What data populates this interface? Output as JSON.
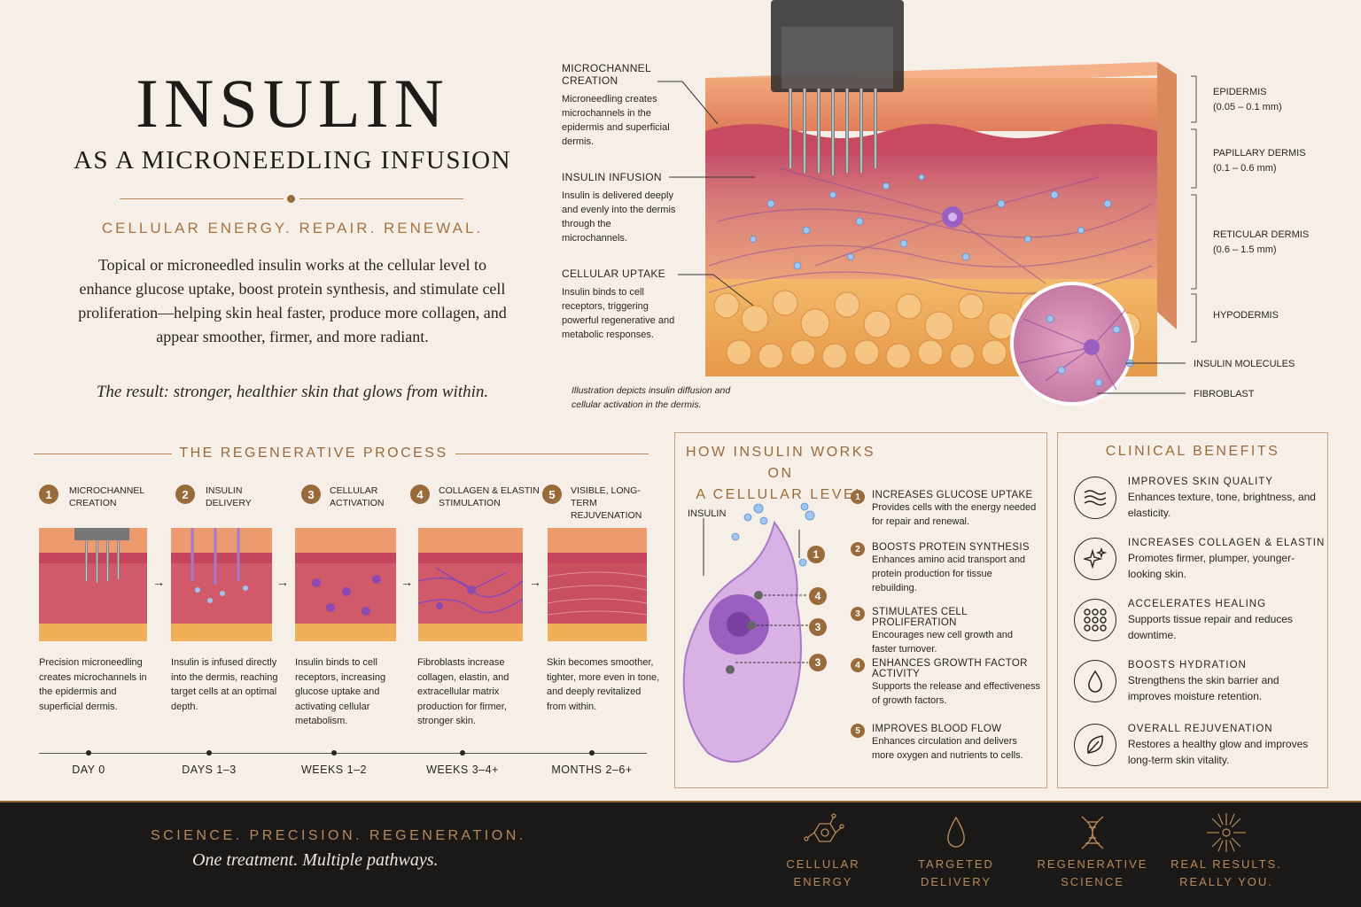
{
  "header": {
    "title": "INSULIN",
    "subtitle": "AS A MICRONEEDLING INFUSION",
    "tagline": "CELLULAR ENERGY. REPAIR. RENEWAL.",
    "intro": "Topical or microneedled insulin works at the cellular level to enhance glucose uptake, boost protein synthesis, and stimulate cell proliferation—helping skin heal faster, produce more collagen, and appear smoother, firmer, and more radiant.",
    "result": "The result: stronger, healthier skin that glows from within."
  },
  "diagram": {
    "callouts": [
      {
        "heading": "MICROCHANNEL CREATION",
        "text": "Microneedling creates microchannels in the epidermis and superficial dermis."
      },
      {
        "heading": "INSULIN INFUSION",
        "text": "Insulin is delivered deeply and evenly into the dermis through the microchannels."
      },
      {
        "heading": "CELLULAR UPTAKE",
        "text": "Insulin binds to cell receptors, triggering powerful regenerative and metabolic responses."
      }
    ],
    "layers": [
      {
        "name": "EPIDERMIS",
        "depth": "(0.05 – 0.1 mm)"
      },
      {
        "name": "PAPILLARY DERMIS",
        "depth": "(0.1 – 0.6 mm)"
      },
      {
        "name": "RETICULAR DERMIS",
        "depth": "(0.6 – 1.5 mm)"
      },
      {
        "name": "HYPODERMIS",
        "depth": ""
      }
    ],
    "zoom_labels": [
      "INSULIN MOLECULES",
      "FIBROBLAST"
    ],
    "caption": "Illustration depicts insulin diffusion and cellular activation in the dermis."
  },
  "process": {
    "title": "THE REGENERATIVE PROCESS",
    "steps": [
      {
        "num": "1",
        "heading": "MICROCHANNEL CREATION",
        "text": "Precision microneedling creates microchannels in the epidermis and superficial dermis.",
        "time": "DAY 0"
      },
      {
        "num": "2",
        "heading": "INSULIN DELIVERY",
        "text": "Insulin is infused directly into the dermis, reaching target cells at an optimal depth.",
        "time": "DAYS 1–3"
      },
      {
        "num": "3",
        "heading": "CELLULAR ACTIVATION",
        "text": "Insulin binds to cell receptors, increasing glucose uptake and activating cellular metabolism.",
        "time": "WEEKS 1–2"
      },
      {
        "num": "4",
        "heading": "COLLAGEN & ELASTIN STIMULATION",
        "text": "Fibroblasts increase collagen, elastin, and extracellular matrix production for firmer, stronger skin.",
        "time": "WEEKS 3–4+"
      },
      {
        "num": "5",
        "heading": "VISIBLE, LONG-TERM REJUVENATION",
        "text": "Skin becomes smoother, tighter, more even in tone, and deeply revitalized from within.",
        "time": "MONTHS 2–6+"
      }
    ]
  },
  "mechanism": {
    "title_line1": "HOW INSULIN WORKS ON",
    "title_line2": "A CELLULAR LEVEL",
    "cell_label": "INSULIN",
    "cell_markers": [
      "1",
      "4",
      "3",
      "3"
    ],
    "items": [
      {
        "num": "1",
        "heading": "INCREASES GLUCOSE UPTAKE",
        "text": "Provides cells with the energy needed for repair and renewal."
      },
      {
        "num": "2",
        "heading": "BOOSTS PROTEIN SYNTHESIS",
        "text": "Enhances amino acid transport and protein production for tissue rebuilding."
      },
      {
        "num": "3",
        "heading": "STIMULATES CELL PROLIFERATION",
        "text": "Encourages new cell growth and faster turnover."
      },
      {
        "num": "4",
        "heading": "ENHANCES GROWTH FACTOR ACTIVITY",
        "text": "Supports the release and effectiveness of growth factors."
      },
      {
        "num": "5",
        "heading": "IMPROVES BLOOD FLOW",
        "text": "Enhances circulation and delivers more oxygen and nutrients to cells."
      }
    ]
  },
  "benefits": {
    "title": "CLINICAL BENEFITS",
    "items": [
      {
        "icon": "waves-icon",
        "heading": "IMPROVES SKIN QUALITY",
        "text": "Enhances texture, tone, brightness, and elasticity."
      },
      {
        "icon": "sparkle-icon",
        "heading": "INCREASES COLLAGEN & ELASTIN",
        "text": "Promotes firmer, plumper, younger-looking skin."
      },
      {
        "icon": "dots-grid-icon",
        "heading": "ACCELERATES HEALING",
        "text": "Supports tissue repair and reduces downtime."
      },
      {
        "icon": "droplet-icon",
        "heading": "BOOSTS HYDRATION",
        "text": "Strengthens the skin barrier and improves moisture retention."
      },
      {
        "icon": "leaf-icon",
        "heading": "OVERALL REJUVENATION",
        "text": "Restores a healthy glow and improves long-term skin vitality."
      }
    ]
  },
  "footer": {
    "slogan": "SCIENCE. PRECISION. REGENERATION.",
    "subslogan": "One treatment. Multiple pathways.",
    "items": [
      {
        "icon": "molecule-icon",
        "line1": "CELLULAR",
        "line2": "ENERGY"
      },
      {
        "icon": "droplet-icon",
        "line1": "TARGETED",
        "line2": "DELIVERY"
      },
      {
        "icon": "dna-icon",
        "line1": "REGENERATIVE",
        "line2": "SCIENCE"
      },
      {
        "icon": "sunburst-icon",
        "line1": "REAL RESULTS.",
        "line2": "REALLY YOU."
      }
    ]
  },
  "colors": {
    "accent": "#9a6b3a",
    "background": "#f6efe8",
    "footer": "#1b1918",
    "skin_epidermis": "#e8956a",
    "skin_dermis": "#c4586a",
    "fat": "#f0b25a",
    "cell": "#b07ac8"
  }
}
